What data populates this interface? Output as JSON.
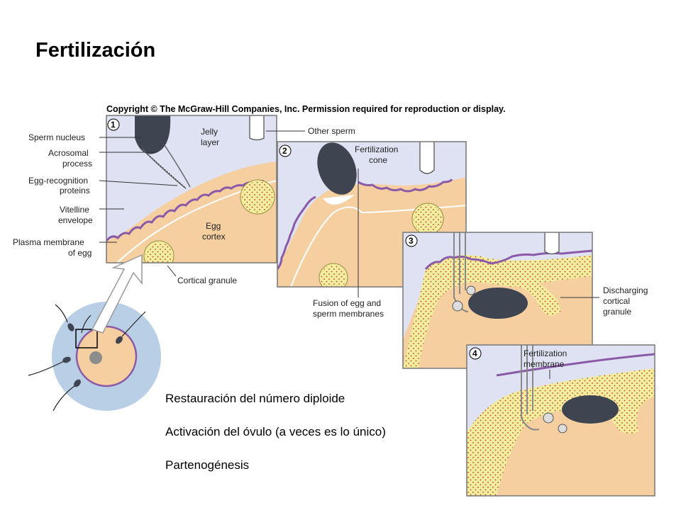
{
  "title": "Fertilización",
  "copyright": "Copyright © The McGraw-Hill Companies, Inc. Permission required for reproduction or display.",
  "panel_numbers": [
    "1",
    "2",
    "3",
    "4"
  ],
  "labels": {
    "sperm_nucleus": "Sperm nucleus",
    "acrosomal_1": "Acrosomal",
    "acrosomal_2": "process",
    "egg_recog_1": "Egg-recognition",
    "egg_recog_2": "proteins",
    "vitelline_1": "Vitelline",
    "vitelline_2": "envelope",
    "plasma_1": "Plasma membrane",
    "plasma_2": "of egg",
    "jelly_1": "Jelly",
    "jelly_2": "layer",
    "other_sperm": "Other sperm",
    "egg_cortex_1": "Egg",
    "egg_cortex_2": "cortex",
    "cortical_granule": "Cortical granule",
    "fert_cone_1": "Fertilization",
    "fert_cone_2": "cone",
    "fusion_1": "Fusion of egg and",
    "fusion_2": "sperm membranes",
    "discharging_1": "Discharging",
    "discharging_2": "cortical",
    "discharging_3": "granule",
    "fert_membrane_1": "Fertilization",
    "fert_membrane_2": "membrane"
  },
  "bullets": [
    "Restauración del número diploide",
    "Activación del óvulo (a veces es lo único)",
    "Partenogénesis"
  ],
  "colors": {
    "cytoplasm": "#f5cf9f",
    "jelly": "#dfe2f3",
    "vitelline": "#8a5aa8",
    "granule": "#f2ee9e",
    "granule_dots": "#c0392b",
    "nucleus": "#3e4450",
    "zona": "#b8cfe6"
  }
}
